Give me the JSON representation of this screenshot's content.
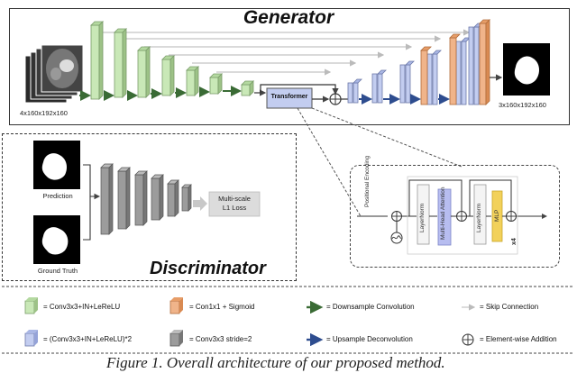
{
  "generator": {
    "title": "Generator",
    "input_dims": "4x160x192x160",
    "output_dims": "3x160x192x160",
    "transformer_label": "Transformer"
  },
  "discriminator": {
    "title": "Discriminator",
    "prediction_label": "Prediction",
    "ground_truth_label": "Ground Truth",
    "loss_label_line1": "Multi-scale",
    "loss_label_line2": "L1 Loss"
  },
  "transformer_detail": {
    "positional_encoding": "Positional Encoding",
    "layer_norm_1": "LayerNorm",
    "attention": "Multi-Head Attention",
    "layer_norm_2": "LayerNorm",
    "mlp": "MLP",
    "repeat": "x4"
  },
  "legend": {
    "green_block": "= Conv3x3+IN+LeReLU",
    "blue_block": "= (Conv3x3+IN+LeReLU)*2",
    "orange_block": "= Con1x1 + Sigmoid",
    "gray_block": "= Conv3x3 stride=2",
    "downsample": "= Downsample Convolution",
    "upsample": "= Upsample Deconvolution",
    "skip": "= Skip Connection",
    "addition": "= Element-wise Addition"
  },
  "caption": "Figure 1. Overall architecture of our proposed method.",
  "colors": {
    "green": "#c9e8b7",
    "blue": "#c3cdf0",
    "orange": "#f0b48a",
    "gray": "#9c9c9c",
    "down_arrow": "#3a6b35",
    "up_arrow": "#2e4d8f",
    "attention": "#b7bdf0",
    "mlp": "#f2d15a"
  }
}
